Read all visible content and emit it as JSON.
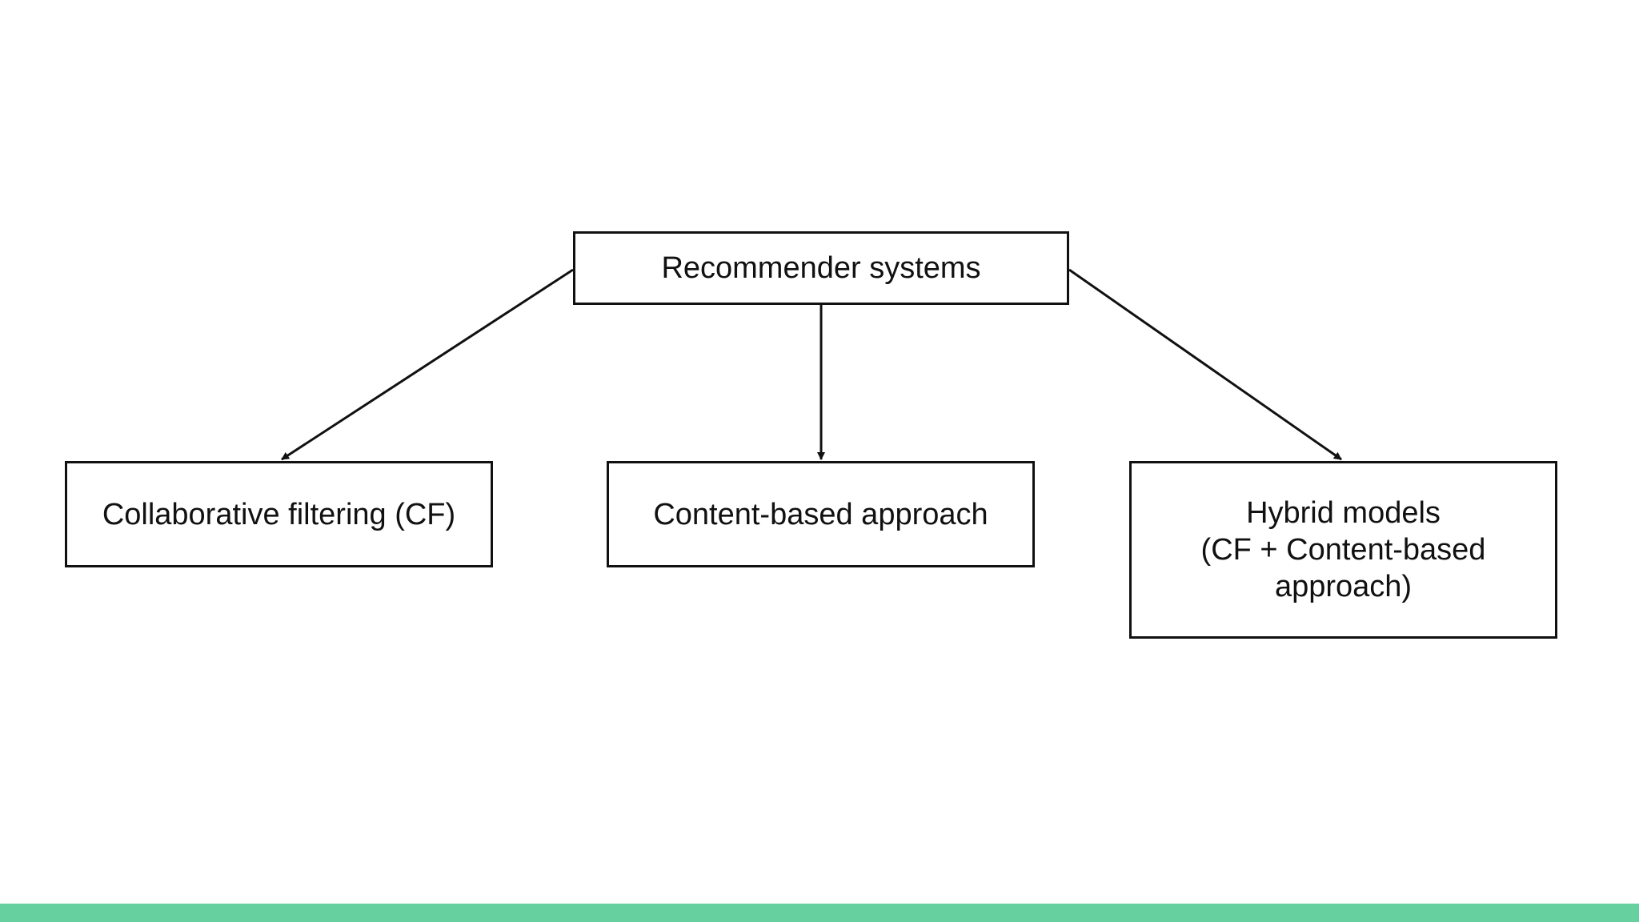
{
  "diagram": {
    "root": {
      "label": "Recommender systems"
    },
    "children": [
      {
        "id": "cf",
        "label": "Collaborative filtering (CF)"
      },
      {
        "id": "cb",
        "label": "Content-based approach"
      },
      {
        "id": "hy",
        "lines": [
          "Hybrid models",
          "(CF + Content-based",
          "approach)"
        ]
      }
    ],
    "edges": [
      {
        "from": "root",
        "to": "cf"
      },
      {
        "from": "root",
        "to": "cb"
      },
      {
        "from": "root",
        "to": "hy"
      }
    ]
  },
  "colors": {
    "stroke": "#111111",
    "background": "#ffffff",
    "footer_accent": "#66d19e"
  }
}
